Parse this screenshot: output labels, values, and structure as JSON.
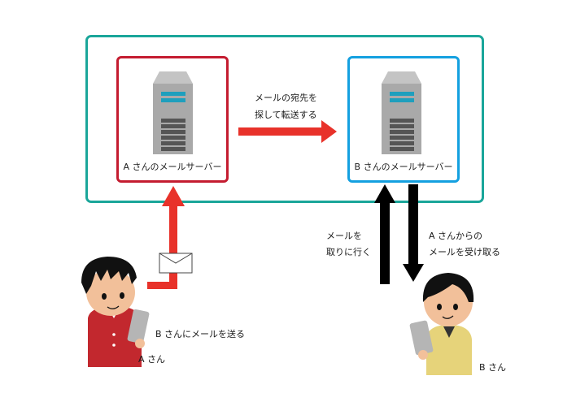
{
  "colors": {
    "outer_border": "#1aa69a",
    "server_a_border": "#c41c30",
    "server_b_border": "#14a0e0",
    "send_arrow": "#e8322a",
    "receive_arrows": "#000000",
    "person_a_shirt": "#c2282e",
    "person_b_shirt": "#e6d37a"
  },
  "server_a": {
    "label": "A さんのメールサーバー",
    "icon": "server-icon"
  },
  "server_b": {
    "label": "B さんのメールサーバー",
    "icon": "server-icon"
  },
  "forward": {
    "line1": "メールの宛先を",
    "line2": "探して転送する",
    "icon": "arrow-right-icon"
  },
  "send": {
    "label": "B さんにメールを送る",
    "icon": "envelope-icon"
  },
  "fetch": {
    "line1": "メールを",
    "line2": "取りに行く",
    "icon": "arrow-up-icon"
  },
  "receive": {
    "line1": "A さんからの",
    "line2": "メールを受け取る",
    "icon": "arrow-down-icon"
  },
  "person_a": {
    "label": "A さん"
  },
  "person_b": {
    "label": "B さん"
  }
}
